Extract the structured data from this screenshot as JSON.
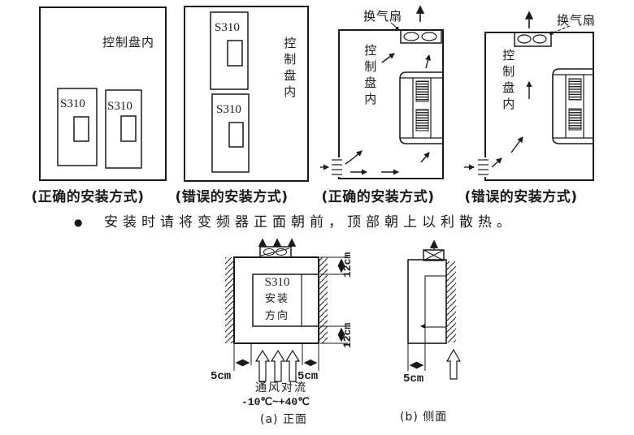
{
  "colors": {
    "ink": "#1a1a1a",
    "paper": "#ffffff"
  },
  "panels": [
    {
      "panel_label": "控制盘内",
      "units": [
        "S310",
        "S310"
      ],
      "caption": "(正确的安装方式)"
    },
    {
      "panel_label": "控制盘内",
      "units": [
        "S310",
        "S310"
      ],
      "caption": "(错误的安装方式)"
    },
    {
      "panel_label": "控制盘内",
      "fan_label": "换气扇",
      "caption": "(正确的安装方式)"
    },
    {
      "panel_label": "控制盘内",
      "fan_label": "换气扇",
      "caption": "(错误的安装方式)"
    }
  ],
  "note": {
    "bullet": "●",
    "text": "安装时请将变频器正面朝前，顶部朝上以利散热。"
  },
  "front_view": {
    "unit_lines": [
      "S310",
      "安装",
      "方向"
    ],
    "top_clearance": "12cm",
    "bottom_clearance": "12cm",
    "left_clearance": "5cm",
    "right_clearance": "5cm",
    "airflow": "通风对流",
    "temp_range": "-10℃~+40℃",
    "caption": "(a) 正面"
  },
  "side_view": {
    "front_clearance": "5cm",
    "caption": "(b) 侧面"
  }
}
